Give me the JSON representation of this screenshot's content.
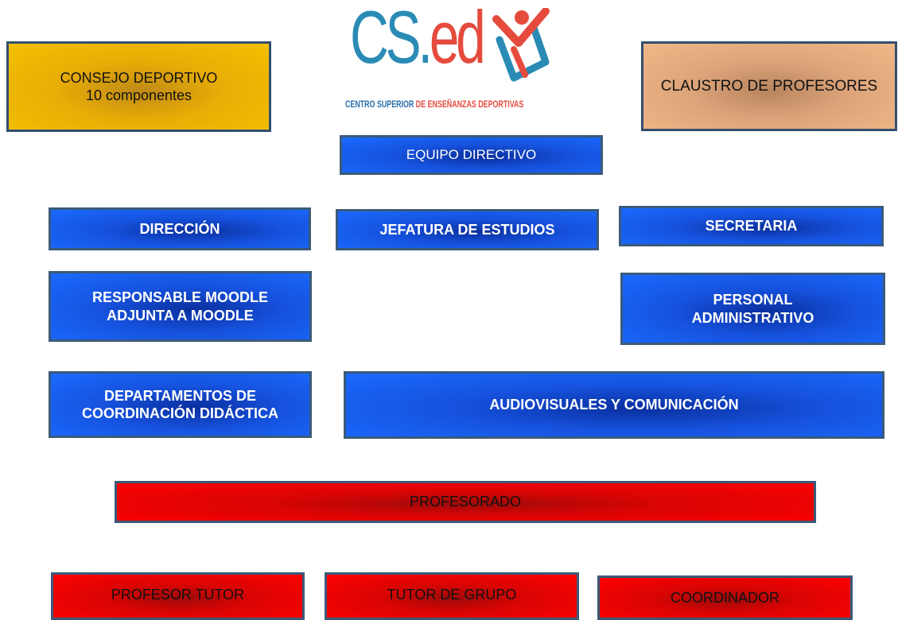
{
  "logo": {
    "main_cs": "CS.",
    "main_ed": "ed",
    "caption_part1": "CENTRO SUPERIOR ",
    "caption_part2": "DE ENSEÑANZAS DEPORTIVAS"
  },
  "consejo": {
    "line1": "CONSEJO DEPORTIVO",
    "line2": "10 componentes"
  },
  "claustro": "CLAUSTRO DE PROFESORES",
  "equipo_directivo": "EQUIPO DIRECTIVO",
  "direccion": "DIRECCIÓN",
  "jefatura": "JEFATURA DE ESTUDIOS",
  "secretaria": "SECRETARIA",
  "moodle": {
    "line1": "RESPONSABLE MOODLE",
    "line2": "ADJUNTA A MOODLE"
  },
  "personal": {
    "line1": "PERSONAL",
    "line2": "ADMINISTRATIVO"
  },
  "departamentos": {
    "line1": "DEPARTAMENTOS DE",
    "line2": "COORDINACIÓN DIDÁCTICA"
  },
  "audiovisuales": "AUDIOVISUALES Y COMUNICACIÓN",
  "profesorado": "PROFESORADO",
  "profesor_tutor": "PROFESOR TUTOR",
  "tutor_grupo": "TUTOR DE GRUPO",
  "coordinador": "COORDINADOR",
  "colors": {
    "blue": "#1a5fff",
    "red": "#ff0000",
    "gold": "#f4c000",
    "peach": "#f0b887",
    "border": "#3b5a7a",
    "logo_blue": "#2a8bb5",
    "logo_red": "#e54b3d"
  }
}
